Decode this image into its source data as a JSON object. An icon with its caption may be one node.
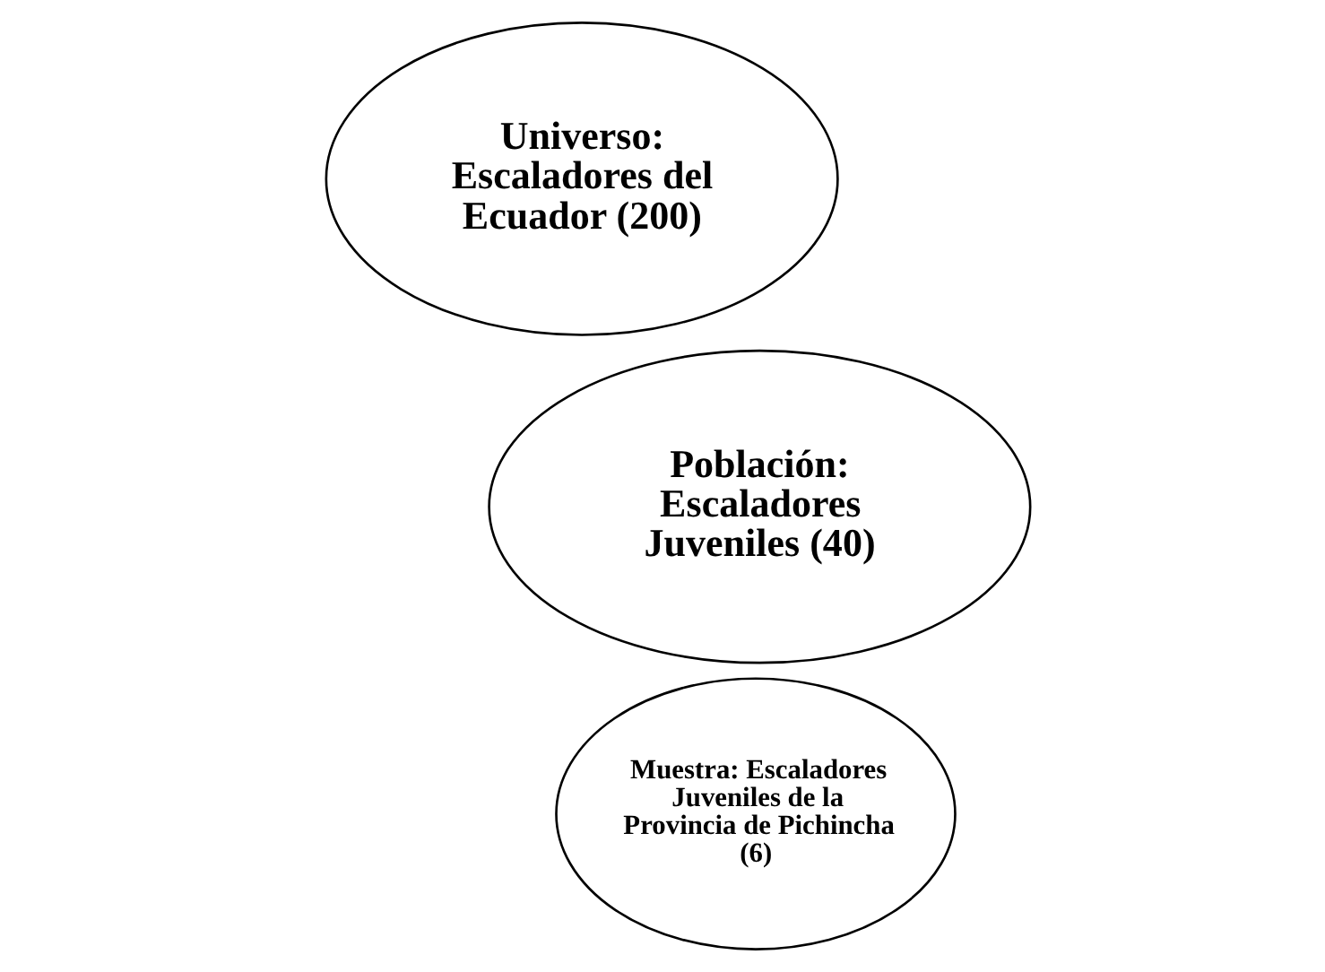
{
  "diagram": {
    "nodes": [
      {
        "text": [
          "Universo: Escaladores del Ecuador (200)"
        ]
      },
      {
        "text": [
          "Población: Escaladores Juveniles (40)"
        ]
      },
      {
        "text": [
          "Muestra: Escaladores Juveniles de la Provincia de Pichincha (6)"
        ]
      }
    ]
  }
}
